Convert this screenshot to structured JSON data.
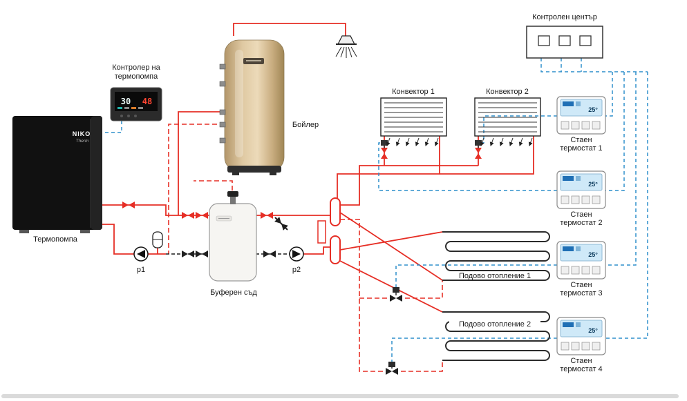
{
  "diagram": {
    "control_center": {
      "label": "Контролен център"
    },
    "controller": {
      "label1": "Контролер на",
      "label2": "термопомпа",
      "display_left": "30",
      "display_right": "48"
    },
    "heat_pump": {
      "label": "Термопомпа",
      "brand": "NIKO",
      "brand_sub": "Therm"
    },
    "boiler": {
      "label": "Бойлер"
    },
    "buffer": {
      "label": "Буферен съд"
    },
    "pumps": {
      "p1": "p1",
      "p2": "p2"
    },
    "convectors": [
      {
        "label": "Конвектор 1"
      },
      {
        "label": "Конвектор 2"
      }
    ],
    "floor_heating": [
      {
        "label": "Подово отопление 1"
      },
      {
        "label": "Подово отопление 2"
      }
    ],
    "thermostats": [
      {
        "temp": "25°",
        "line1": "Стаен",
        "line2": "термостат 1"
      },
      {
        "temp": "25°",
        "line1": "Стаен",
        "line2": "термостат 2"
      },
      {
        "temp": "25°",
        "line1": "Стаен",
        "line2": "термостат 3"
      },
      {
        "temp": "25°",
        "line1": "Стаен",
        "line2": "термостат 4"
      }
    ],
    "colors": {
      "pipe_hot": "#e62e25",
      "signal_blue": "#2f8fcc",
      "valve_black": "#1f1f1f",
      "boiler_gold": "#c9ab7c",
      "thermostat_screen": "#cfe9f8"
    }
  }
}
